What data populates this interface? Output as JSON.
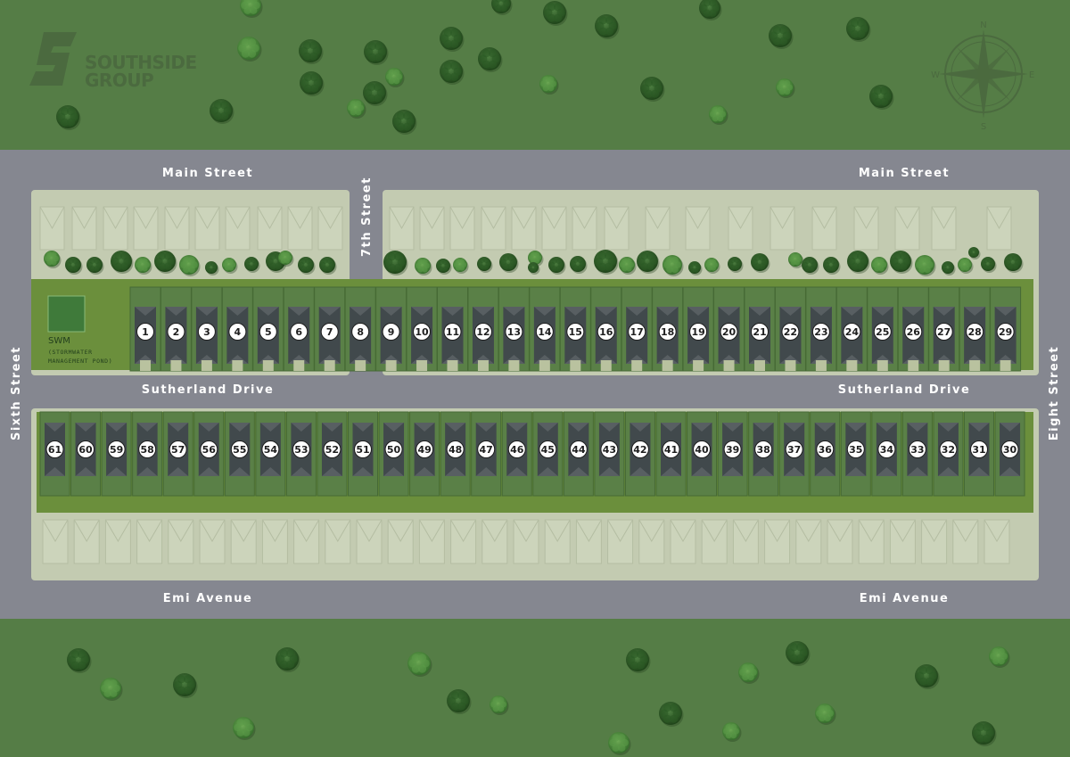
{
  "brand": {
    "line1": "SOUTHSIDE",
    "line2": "GROUP",
    "color": "#4b6a3f"
  },
  "compass": {
    "n": "N",
    "e": "E",
    "s": "S",
    "w": "W"
  },
  "streets": {
    "main_left": "Main Street",
    "main_right": "Main Street",
    "seventh": "7th Street",
    "sutherland_left": "Sutherland Drive",
    "sutherland_right": "Sutherland Drive",
    "emi_left": "Emi Avenue",
    "emi_right": "Emi Avenue",
    "sixth": "Sixth Street",
    "eighth": "Eight Street"
  },
  "pond": {
    "title": "SWM",
    "line1": "(STORMWATER",
    "line2": "MANAGEMENT POND)"
  },
  "lots": {
    "north_row": [
      "1",
      "2",
      "3",
      "4",
      "5",
      "6",
      "7",
      "8",
      "9",
      "10",
      "11",
      "12",
      "13",
      "14",
      "15",
      "16",
      "17",
      "18",
      "19",
      "20",
      "21",
      "22",
      "23",
      "24",
      "25",
      "26",
      "27",
      "28",
      "29"
    ],
    "south_row": [
      "61",
      "60",
      "59",
      "58",
      "57",
      "56",
      "55",
      "54",
      "53",
      "52",
      "51",
      "50",
      "49",
      "48",
      "47",
      "46",
      "45",
      "44",
      "43",
      "42",
      "41",
      "40",
      "39",
      "38",
      "37",
      "36",
      "35",
      "34",
      "33",
      "32",
      "31",
      "30"
    ]
  },
  "colors": {
    "grass": "#557d46",
    "road": "#858790",
    "parcel_bg": "#c3cbb1",
    "house": "#ccd4bb",
    "lot_strip": "#6b8f3c",
    "lot": "#5a8047",
    "roof": "#41494c",
    "pond": "#3f7a3a",
    "badge": "#ffffff",
    "tree_dark": "#2f5b28",
    "tree_light": "#4f8b3f"
  }
}
